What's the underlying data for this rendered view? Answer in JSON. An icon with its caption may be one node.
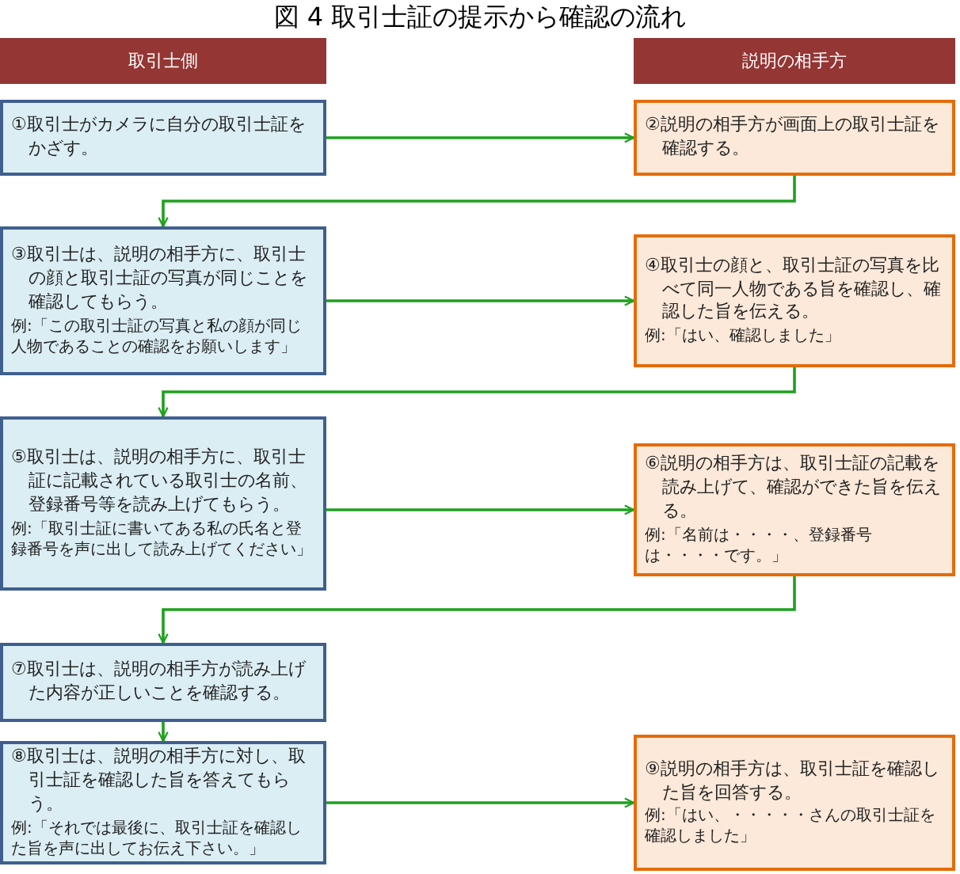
{
  "diagram": {
    "title": "図 4 取引士証の提示から確認の流れ",
    "nodes": [
      {
        "text": [
          "取引士側"
        ]
      },
      {
        "text": [
          "説明の相手方"
        ]
      },
      {
        "text": [
          "①取引士がカメラに自分の取引士証をかざす。"
        ]
      },
      {
        "text": [
          "②説明の相手方が画面上の取引士証を確認する。"
        ]
      },
      {
        "text": [
          "③取引士は、説明の相手方に、取引士の顔と取引士証の写真が同じことを確認してもらう。",
          "例:「この取引士証の写真と私の顔が同じ人物であることの確認をお願いします」"
        ]
      },
      {
        "text": [
          "④取引士の顔と、取引士証の写真を比べて同一人物である旨を確認し、確認した旨を伝える。",
          "例:「はい、確認しました」"
        ]
      },
      {
        "text": [
          "⑤取引士は、説明の相手方に、取引士証に記載されている取引士の名前、登録番号等を読み上げてもらう。",
          "例:「取引士証に書いてある私の氏名と登録番号を声に出して読み上げてください」"
        ]
      },
      {
        "text": [
          "⑥説明の相手方は、取引士証の記載を読み上げて、確認ができた旨を伝える。",
          "例:「名前は・・・・、登録番号は・・・・です。」"
        ]
      },
      {
        "text": [
          "⑦取引士は、説明の相手方が読み上げた内容が正しいことを確認する。"
        ]
      },
      {
        "text": [
          "⑧取引士は、説明の相手方に対し、取引士証を確認した旨を答えてもらう。",
          "例:「それでは最後に、取引士証を確認した旨を声に出してお伝え下さい。」"
        ]
      },
      {
        "text": [
          "⑨説明の相手方は、取引士証を確認した旨を回答する。",
          "例:「はい、・・・・・さんの取引士証を確認しました」"
        ]
      }
    ],
    "edges": [
      {
        "from": 2,
        "to": 3,
        "arrow": "to"
      },
      {
        "from": 3,
        "to": 4,
        "arrow": "to"
      },
      {
        "from": 4,
        "to": 5,
        "arrow": "to"
      },
      {
        "from": 5,
        "to": 6,
        "arrow": "to"
      },
      {
        "from": 6,
        "to": 7,
        "arrow": "to"
      },
      {
        "from": 7,
        "to": 8,
        "arrow": "to"
      },
      {
        "from": 8,
        "to": 9,
        "arrow": "to"
      },
      {
        "from": 9,
        "to": 10,
        "arrow": "to"
      }
    ]
  }
}
